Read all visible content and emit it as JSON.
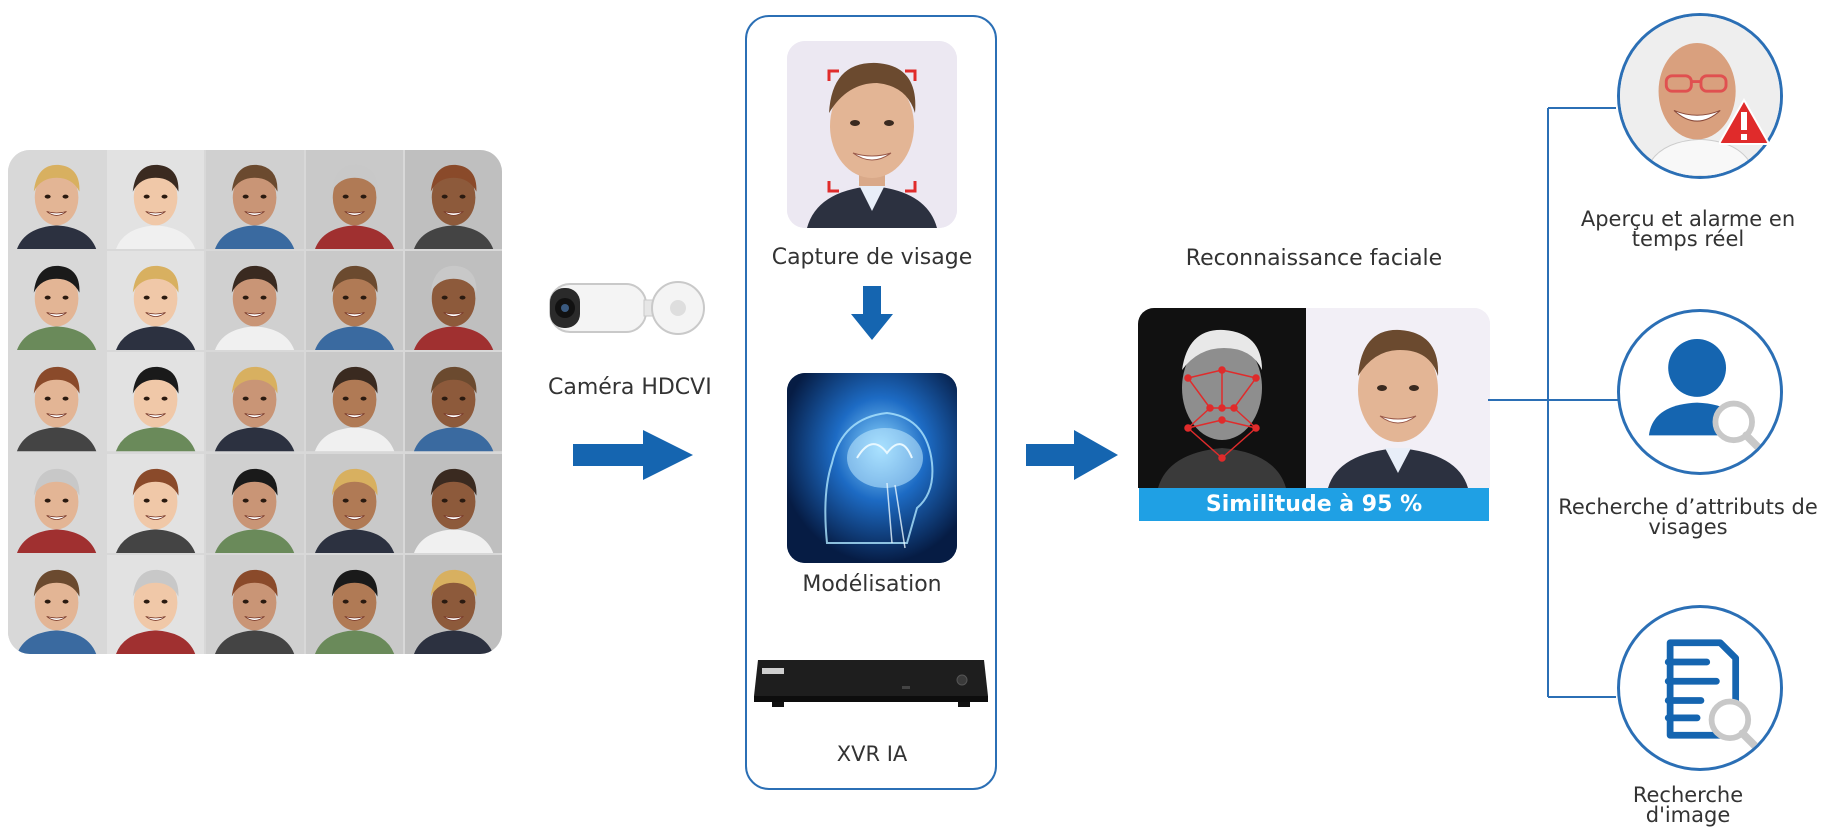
{
  "camera": {
    "label": "Caméra HDCVI"
  },
  "xvr": {
    "capture_label": "Capture de visage",
    "model_label": "Modélisation",
    "device_label": "XVR IA"
  },
  "recognition": {
    "title": "Reconnaissance faciale",
    "similarity": "Similitude à 95 %"
  },
  "results": [
    {
      "label": "Aperçu et alarme en temps réel"
    },
    {
      "label": "Recherche d’attributs de visages"
    },
    {
      "label": "Recherche d'image"
    }
  ],
  "colors": {
    "accent": "#2b6fb5",
    "arrow": "#1565b0",
    "similarity_bar": "#1fa0e4",
    "alert": "#e02b2b"
  },
  "icons": [
    "camera-icon",
    "arrow-right-icon",
    "arrow-down-icon",
    "person-search-icon",
    "document-search-icon",
    "warning-icon"
  ]
}
